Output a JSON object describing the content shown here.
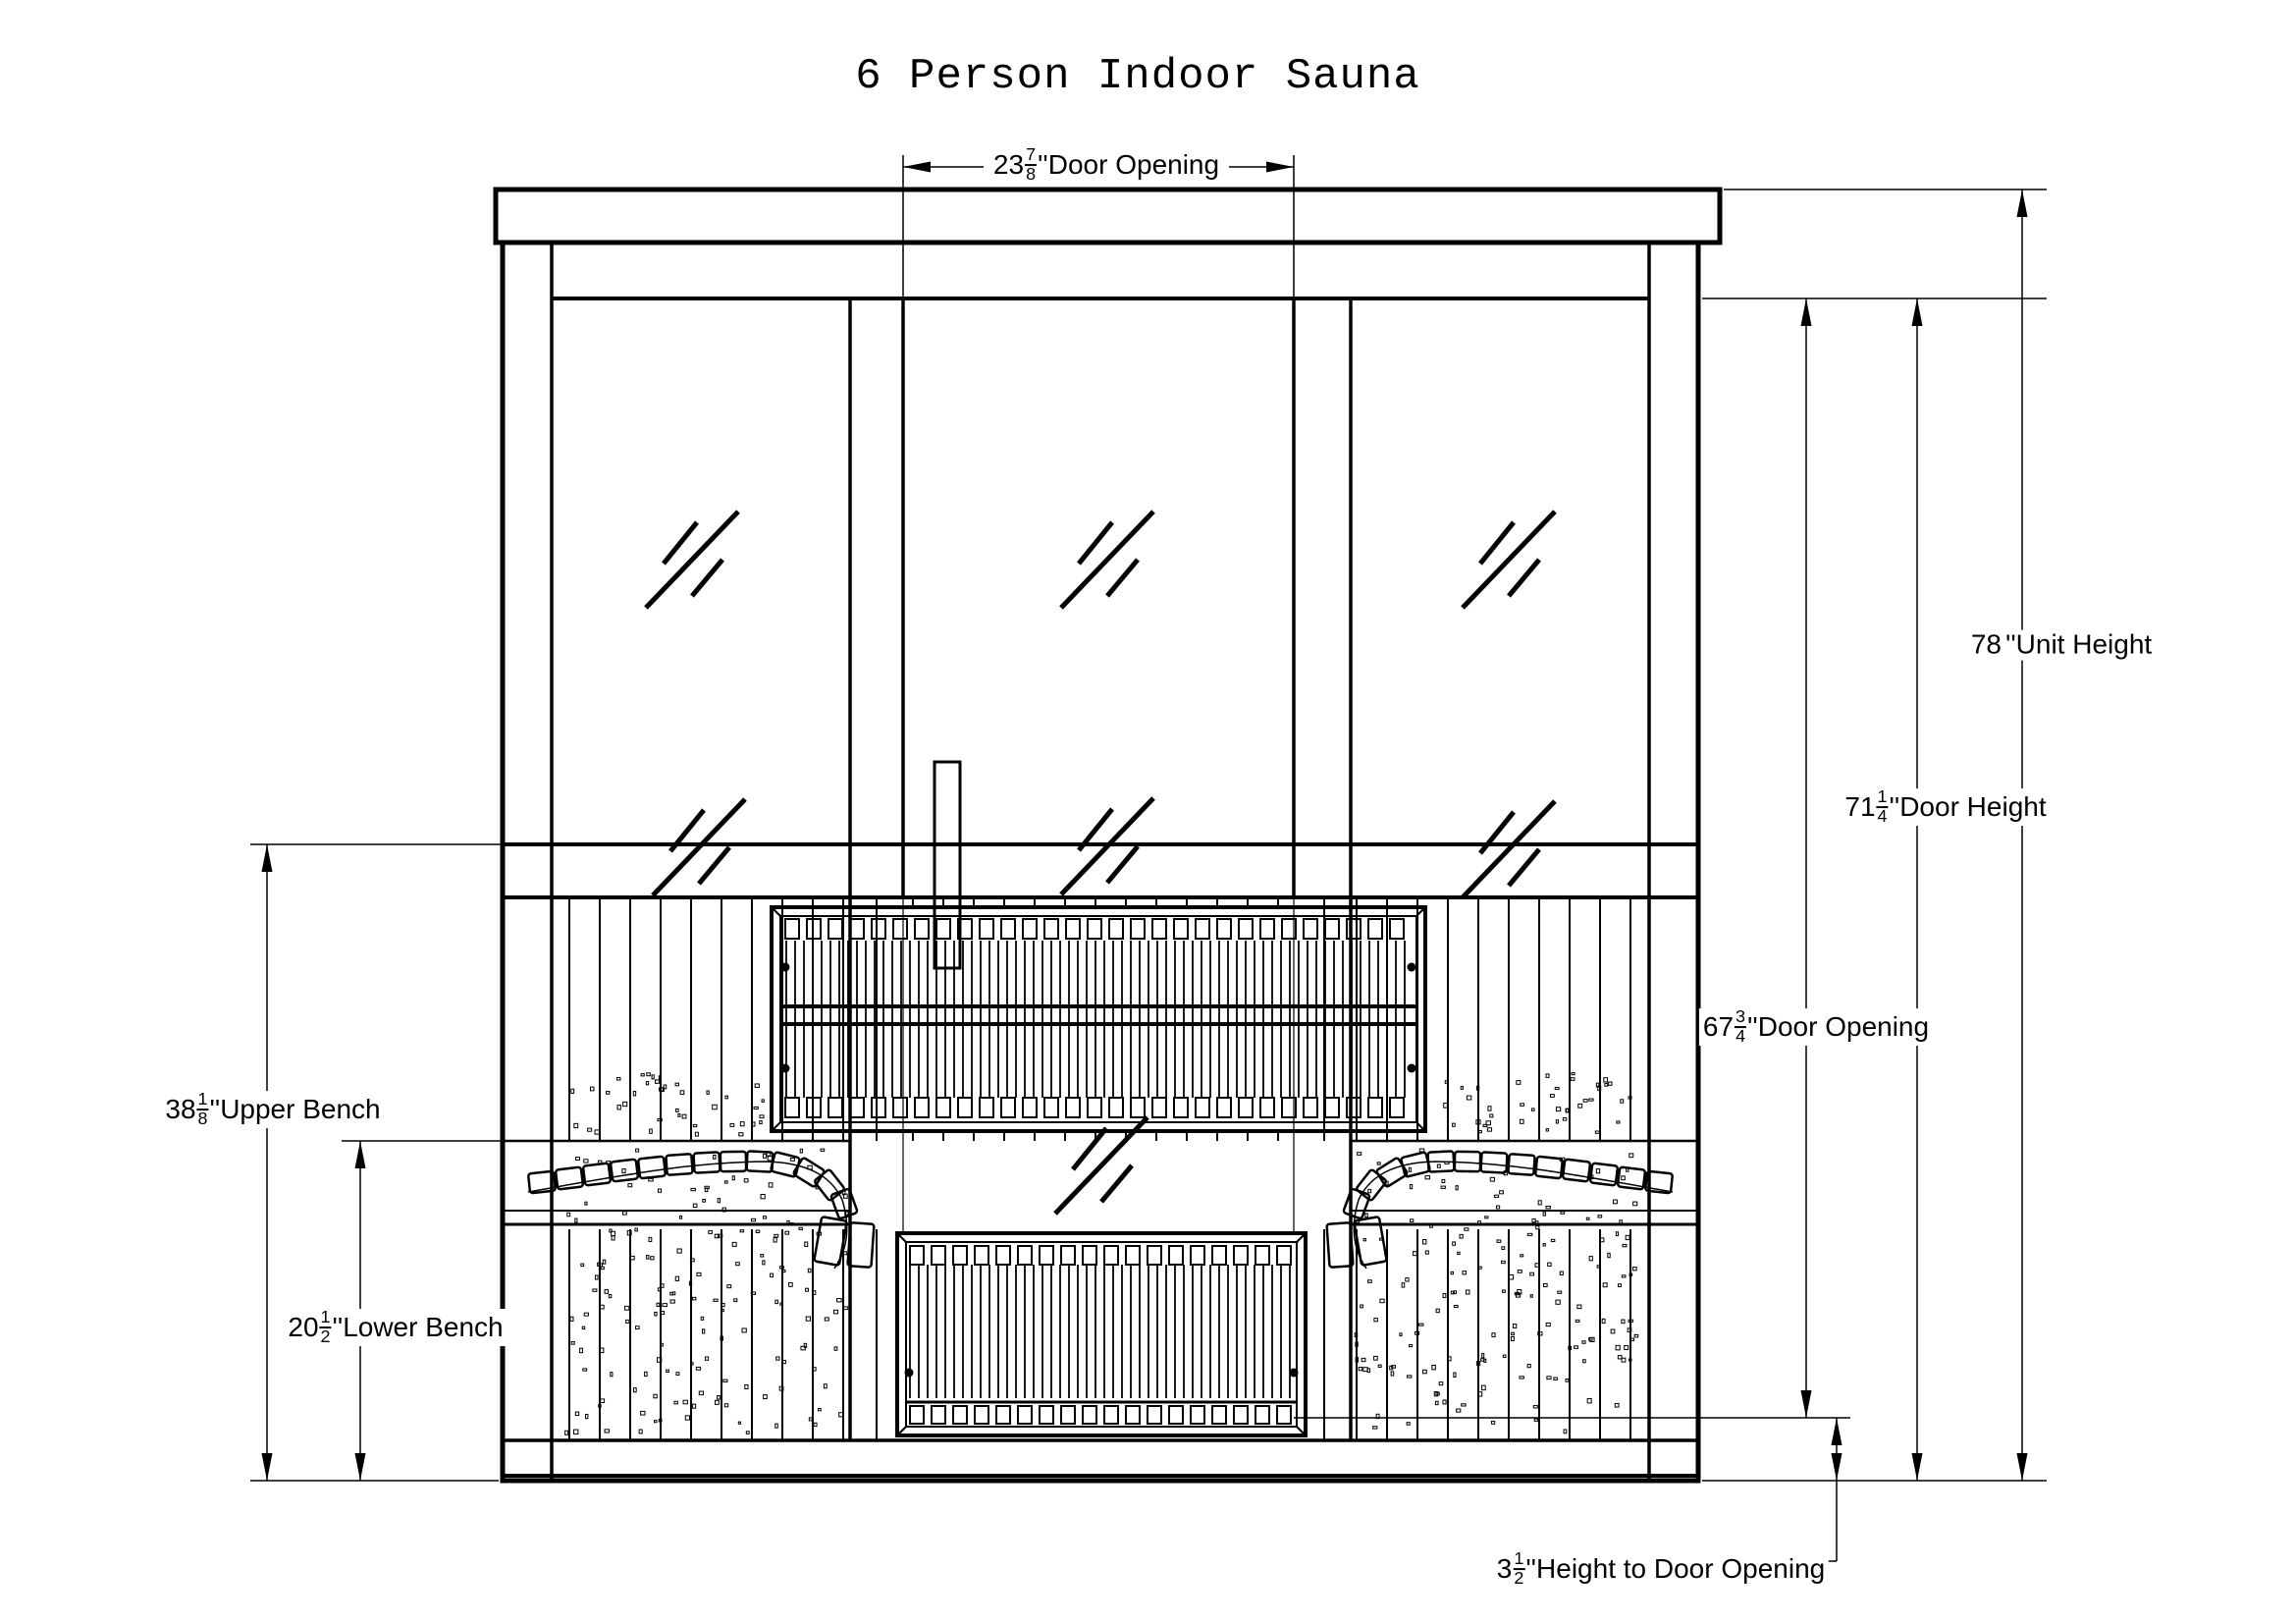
{
  "title": "6 Person Indoor Sauna",
  "dims": {
    "door_opening_width": {
      "whole": "23",
      "num": "7",
      "den": "8",
      "unit": "''",
      "label": " Door Opening"
    },
    "unit_height": {
      "whole": "78",
      "num": "",
      "den": "",
      "unit": "''",
      "label": "Unit Height"
    },
    "door_height": {
      "whole": "71",
      "num": "1",
      "den": "4",
      "unit": "''",
      "label": " Door Height"
    },
    "door_opening_height": {
      "whole": "67",
      "num": "3",
      "den": "4",
      "unit": "''",
      "label": "Door Opening"
    },
    "upper_bench": {
      "whole": "38",
      "num": "1",
      "den": "8",
      "unit": "''",
      "label": "Upper Bench"
    },
    "lower_bench": {
      "whole": "20",
      "num": "1",
      "den": "2",
      "unit": "''",
      "label": "Lower Bench"
    },
    "height_to_door_opening": {
      "whole": "3",
      "num": "1",
      "den": "2",
      "unit": "''",
      "label": "Height to Door Opening"
    }
  },
  "colors": {
    "line": "#000000",
    "background": "#ffffff"
  }
}
